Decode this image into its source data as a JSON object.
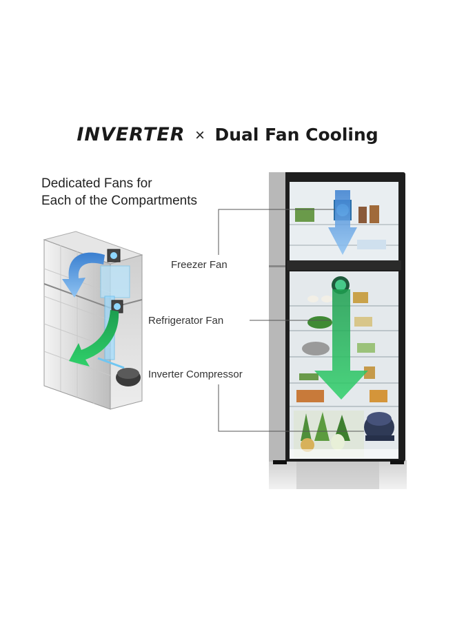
{
  "title": {
    "brand": "INVERTER",
    "separator": "×",
    "rest": "Dual Fan Cooling"
  },
  "subtitle": {
    "line1": "Dedicated Fans for",
    "line2": "Each of the Compartments"
  },
  "labels": {
    "freezer_fan": "Freezer Fan",
    "refrigerator_fan": "Refrigerator Fan",
    "inverter_compressor": "Inverter Compressor"
  },
  "colors": {
    "freezer_airflow": "#2f6fc4",
    "refrigerator_airflow": "#1fb05a",
    "fan_glow": "#6fd3ff",
    "fridge_body": "#2a2a2a"
  }
}
